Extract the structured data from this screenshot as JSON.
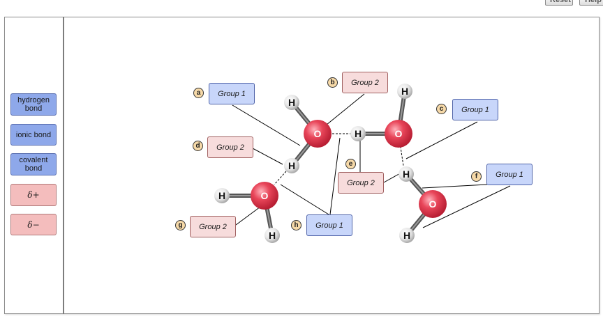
{
  "toolbar": {
    "reset_label": "Reset",
    "help_label": "Help"
  },
  "palette": {
    "tiles": [
      {
        "label": "hydrogen bond",
        "line1": "hydrogen",
        "line2": "bond",
        "color": "#8ea8ea"
      },
      {
        "label": "ionic bond",
        "color": "#8ea8ea"
      },
      {
        "label": "covalent bond",
        "line1": "covalent",
        "line2": "bond",
        "color": "#8ea8ea"
      },
      {
        "label": "δ+",
        "color": "#f4bdbd"
      },
      {
        "label": "δ−",
        "color": "#f4bdbd"
      }
    ]
  },
  "atoms": {
    "oxygen": "O",
    "hydrogen": "H"
  },
  "colors": {
    "group1_fill": "#c8d6fa",
    "group2_fill": "#f7dcdc",
    "oxygen": "#e0364d",
    "badge": "#f6d9a8"
  },
  "targets": [
    {
      "letter": "a",
      "label": "Group 1",
      "group": 1
    },
    {
      "letter": "b",
      "label": "Group 2",
      "group": 2
    },
    {
      "letter": "c",
      "label": "Group 1",
      "group": 1
    },
    {
      "letter": "d",
      "label": "Group 2",
      "group": 2
    },
    {
      "letter": "e",
      "label": "Group 2",
      "group": 2
    },
    {
      "letter": "f",
      "label": "Group 1",
      "group": 1
    },
    {
      "letter": "g",
      "label": "Group 2",
      "group": 2
    },
    {
      "letter": "h",
      "label": "Group 1",
      "group": 1
    }
  ]
}
